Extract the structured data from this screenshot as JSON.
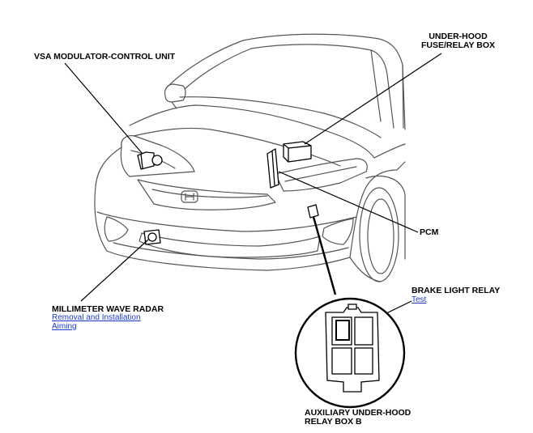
{
  "labels": {
    "vsa": "VSA MODULATOR-CONTROL UNIT",
    "underhood_line1": "UNDER-HOOD",
    "underhood_line2": "FUSE/RELAY BOX",
    "pcm": "PCM",
    "radar": "MILLIMETER WAVE RADAR",
    "brake_relay": "BRAKE LIGHT RELAY",
    "aux_line1": "AUXILIARY UNDER-HOOD",
    "aux_line2": "RELAY BOX B"
  },
  "links": {
    "removal_installation": "Removal and Installation",
    "aiming": "Aiming",
    "test": "Test"
  },
  "colors": {
    "link": "#1a3cc8",
    "line_art": "#000000",
    "car_outline": "#555555"
  }
}
